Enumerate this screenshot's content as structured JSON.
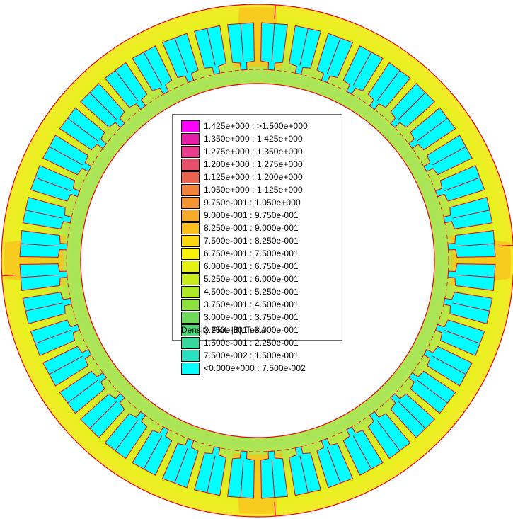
{
  "legend": {
    "caption": "Density Plot: |B|, Tesla",
    "rows": [
      {
        "label": "1.425e+000 : >1.500e+000",
        "color": "#ff00ff"
      },
      {
        "label": "1.350e+000 : 1.425e+000",
        "color": "#e51ea8"
      },
      {
        "label": "1.275e+000 : 1.350e+000",
        "color": "#e83c8c"
      },
      {
        "label": "1.200e+000 : 1.275e+000",
        "color": "#e8506a"
      },
      {
        "label": "1.125e+000 : 1.200e+000",
        "color": "#e8644f"
      },
      {
        "label": "1.050e+000 : 1.125e+000",
        "color": "#f0823c"
      },
      {
        "label": "9.750e-001 : 1.050e+000",
        "color": "#f39332"
      },
      {
        "label": "9.000e-001 : 9.750e-001",
        "color": "#f8aa28"
      },
      {
        "label": "8.250e-001 : 9.000e-001",
        "color": "#fbc01e"
      },
      {
        "label": "7.500e-001 : 8.250e-001",
        "color": "#fdd712"
      },
      {
        "label": "6.750e-001 : 7.500e-001",
        "color": "#f7f00a"
      },
      {
        "label": "6.000e-001 : 6.750e-001",
        "color": "#e2f016"
      },
      {
        "label": "5.250e-001 : 6.000e-001",
        "color": "#c8eb1e"
      },
      {
        "label": "4.500e-001 : 5.250e-001",
        "color": "#aee628"
      },
      {
        "label": "3.750e-001 : 4.500e-001",
        "color": "#8fe13c"
      },
      {
        "label": "3.000e-001 : 3.750e-001",
        "color": "#6edc5a"
      },
      {
        "label": "2.250e-001 : 3.000e-001",
        "color": "#4fd77a"
      },
      {
        "label": "1.500e-001 : 2.250e-001",
        "color": "#3ad79c"
      },
      {
        "label": "7.500e-002 : 1.500e-001",
        "color": "#28e0c0"
      },
      {
        "label": "<0.000e+000 : 7.500e-002",
        "color": "#00ffff"
      }
    ]
  },
  "plot": {
    "outline_color": "#e8001c",
    "slot_color": "#00ffff",
    "stator_colors": {
      "yoke": "#c8e628",
      "teeth": "#e0ec20",
      "hot": "#fbc01e",
      "cool": "#7fe09a"
    }
  }
}
